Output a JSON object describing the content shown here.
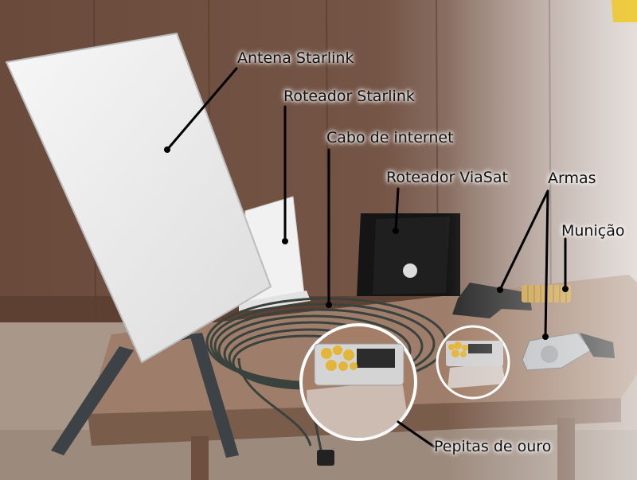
{
  "labels": {
    "antena_starlink": "Antena Starlink",
    "roteador_starlink": "Roteador Starlink",
    "cabo_internet": "Cabo de internet",
    "roteador_viasat": "Roteador ViaSat",
    "armas": "Armas",
    "municao": "Munição",
    "pepitas_ouro": "Pepitas de ouro"
  },
  "colors": {
    "wall": "#6e5040",
    "ground": "#a9978a",
    "bench": "#9c7c68",
    "antenna_panel": "#f2f2f2",
    "router_black": "#141414",
    "cable": "#39403c",
    "ammo": "#c99a3c",
    "gold": "#e3b53a"
  }
}
